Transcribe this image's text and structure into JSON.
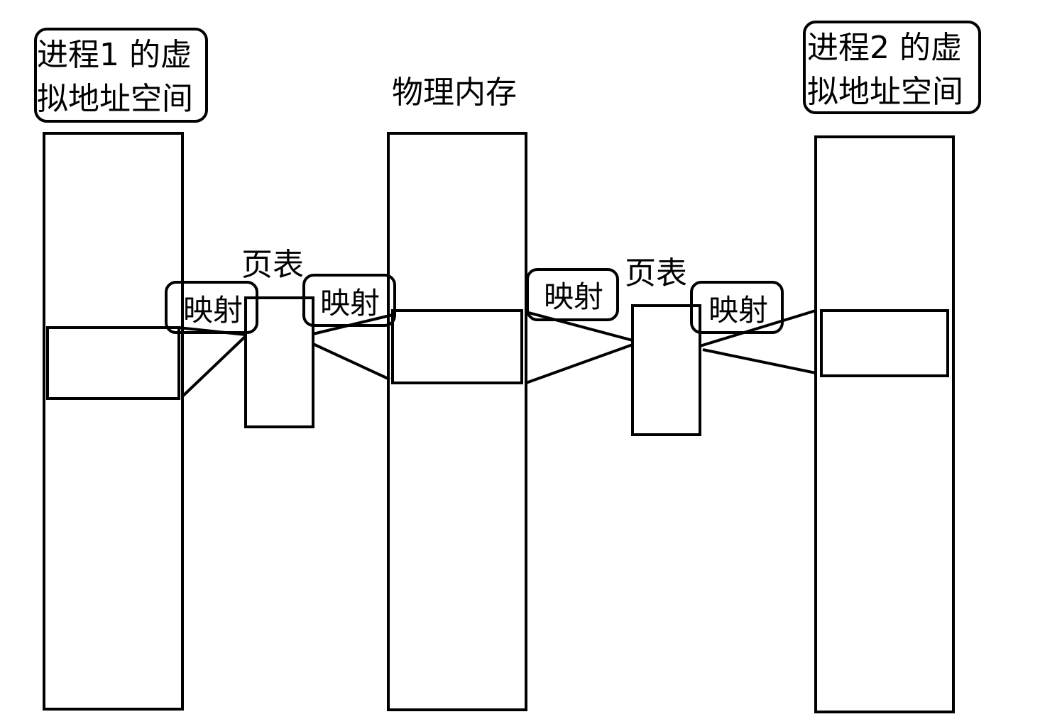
{
  "labels": {
    "process1_line1": "进程1 的虚",
    "process1_line2": "拟地址空间",
    "physical_memory": "物理内存",
    "process2_line1": "进程2 的虚",
    "process2_line2": "拟地址空间",
    "page_table_left": "页表",
    "page_table_right": "页表",
    "mapping_1": "映射",
    "mapping_2": "映射",
    "mapping_3": "映射",
    "mapping_4": "映射"
  },
  "colors": {
    "stroke": "#000000",
    "background": "#ffffff"
  }
}
